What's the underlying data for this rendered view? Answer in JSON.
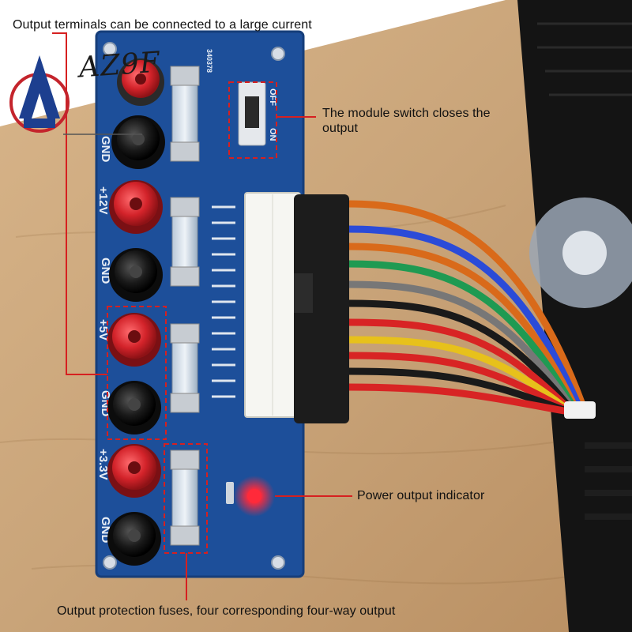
{
  "callouts": {
    "top": "Output terminals can be connected to a large current",
    "switch": "The module switch closes the output",
    "indicator": "Power output indicator",
    "fuses": "Output protection fuses, four corresponding four-way output"
  },
  "board": {
    "silkscreen_labels": [
      "GND",
      "+12V",
      "GND",
      "+5V",
      "GND",
      "+3.3V",
      "GND"
    ],
    "switch_off": "OFF",
    "switch_on": "ON",
    "code": "340378"
  },
  "watermark": {
    "text": "AZ9F"
  },
  "colors": {
    "pcb": "#1d4f9a",
    "annotation": "#d62020",
    "wood": "#c9a479",
    "terminal_red": "#d3232a",
    "terminal_black": "#1a1a1a",
    "led": "#ff2a3a"
  }
}
